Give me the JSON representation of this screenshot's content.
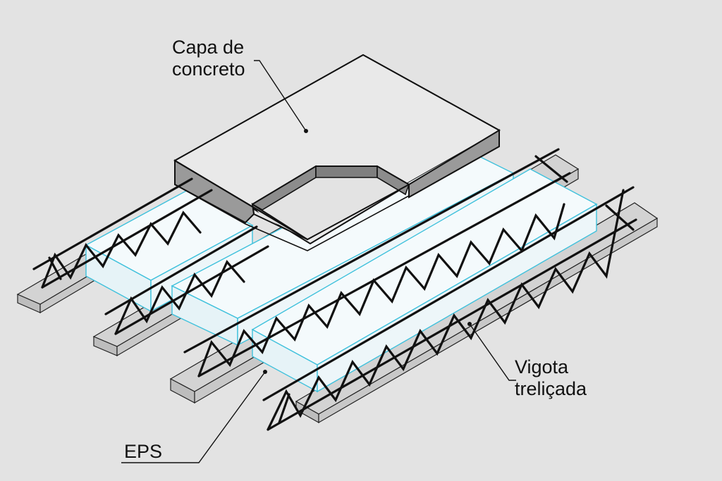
{
  "labels": {
    "capa": {
      "line1": "Capa de",
      "line2": "concreto"
    },
    "vigota": {
      "line1": "Vigota",
      "line2": "treliçada"
    },
    "eps": "EPS"
  },
  "colors": {
    "background": "#e3e3e3",
    "beam_top": "#d3d3d3",
    "beam_side": "#bdbdbd",
    "eps_fill": "#f4fafc",
    "eps_side": "#e6f3f7",
    "eps_edge": "#3fc1dc",
    "slab_top": "#e9e9e9",
    "slab_side": "#9a9a9a",
    "steel": "#111111"
  },
  "icons": [
    "leader-line",
    "leader-dot"
  ]
}
